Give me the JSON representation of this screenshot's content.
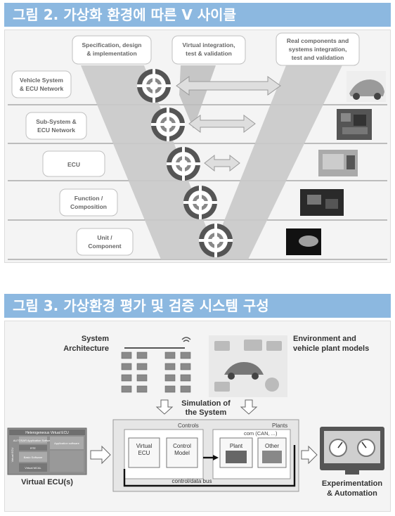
{
  "figure2": {
    "title": "그림 2. 가상화 환경에 따른 V 사이클",
    "top_labels": [
      "Specification, design",
      "& implementation",
      "Virtual integration,",
      "test & validation",
      "Real components and",
      "systems integration,",
      "test and validation"
    ],
    "levels": [
      {
        "label": [
          "Vehicle System",
          "& ECU Network"
        ],
        "image": "car-image"
      },
      {
        "label": [
          "Sub-System &",
          "ECU Network"
        ],
        "image": "engine-image"
      },
      {
        "label": [
          "ECU"
        ],
        "image": "ecu-box-image"
      },
      {
        "label": [
          "Function /",
          "Composition"
        ],
        "image": "chip-board-image"
      },
      {
        "label": [
          "Unit /",
          "Component"
        ],
        "image": "sensor-image"
      }
    ]
  },
  "figure3": {
    "title": "그림 3. 가상환경 평가 및 검증 시스템 구성",
    "system_architecture": [
      "System",
      "Architecture"
    ],
    "environment_models": [
      "Environment and",
      "vehicle plant models"
    ],
    "simulation": [
      "Simulation of",
      "the System"
    ],
    "controls": "Controls",
    "plants": "Plants",
    "com": "com (CAN, ...)",
    "virtual_ecu": [
      "Virtual",
      "ECU"
    ],
    "control_model": [
      "Control",
      "Model"
    ],
    "plant": "Plant",
    "other": "Other",
    "bus": "control/data bus",
    "virtual_ecus_label": "Virtual ECU(s)",
    "experimentation": [
      "Experimentation",
      "& Automation"
    ],
    "ecu_stack": {
      "header": "Heterogeneous Virtual ECU",
      "rows": [
        "AUTOSAR Application Software",
        "Application software",
        "RTE",
        "Basic Software",
        "Virtual MCAL"
      ],
      "side": "Virtual ECU"
    }
  },
  "colors": {
    "banner": "#8cb8e0",
    "v_shape": "#c8c8c8",
    "target_dark": "#555555",
    "arrow": "#d6d6d6"
  }
}
